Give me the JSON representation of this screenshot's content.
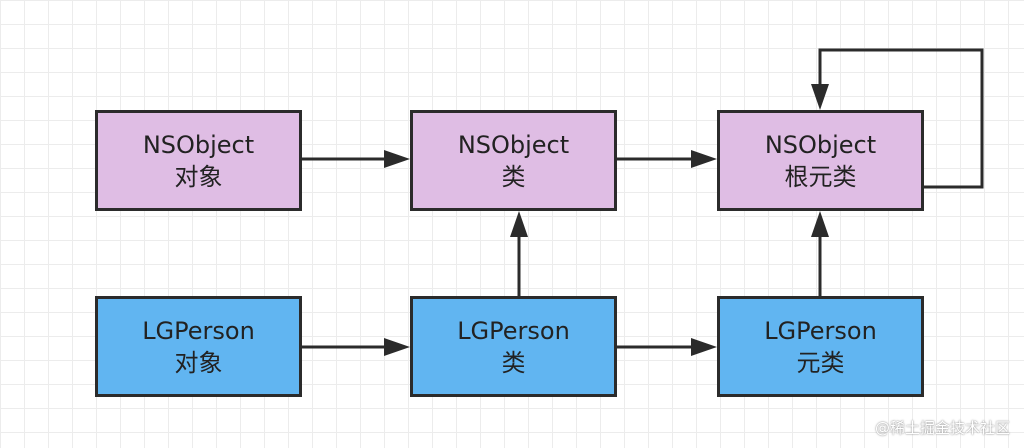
{
  "nodes": [
    {
      "id": "n1",
      "line1": "NSObject",
      "line2": "对象",
      "color": "#dfbde4"
    },
    {
      "id": "n2",
      "line1": "NSObject",
      "line2": "类",
      "color": "#dfbde4"
    },
    {
      "id": "n3",
      "line1": "NSObject",
      "line2": "根元类",
      "color": "#dfbde4"
    },
    {
      "id": "n4",
      "line1": "LGPerson",
      "line2": "对象",
      "color": "#61b5f1"
    },
    {
      "id": "n5",
      "line1": "LGPerson",
      "line2": "类",
      "color": "#61b5f1"
    },
    {
      "id": "n6",
      "line1": "LGPerson",
      "line2": "元类",
      "color": "#61b5f1"
    }
  ],
  "edges": [
    {
      "from": "n1",
      "to": "n2"
    },
    {
      "from": "n2",
      "to": "n3"
    },
    {
      "from": "n3",
      "to": "n3"
    },
    {
      "from": "n4",
      "to": "n5"
    },
    {
      "from": "n5",
      "to": "n6"
    },
    {
      "from": "n5",
      "to": "n2"
    },
    {
      "from": "n6",
      "to": "n3"
    }
  ],
  "watermark": "@稀土掘金技术社区"
}
